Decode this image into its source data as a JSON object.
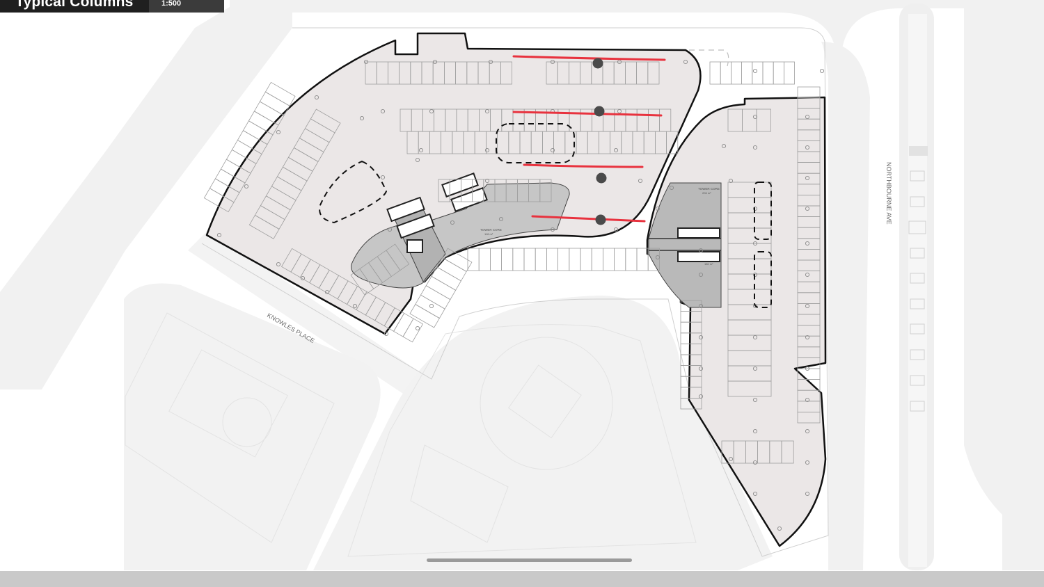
{
  "header": {
    "title": "Typical Columns",
    "scale": "1:500"
  },
  "plan": {
    "street_labels": {
      "knowles": "KNOWLES PLACE",
      "northbourne": "NORTHBOURNE AVE"
    },
    "core_labels": {
      "core_a": "TOWER CORE",
      "core_a_area": "118 m²",
      "core_b": "TOWER CORE",
      "core_b_area": "206 m²",
      "core_b_lower_area": "180 m²"
    },
    "colors": {
      "building_fill": "#ebe7e7",
      "core_fill": "#bdbdbd",
      "outline": "#111111",
      "markup_red": "#e8323e",
      "road": "#efefef",
      "column_dot": "#4a4a4a"
    }
  }
}
